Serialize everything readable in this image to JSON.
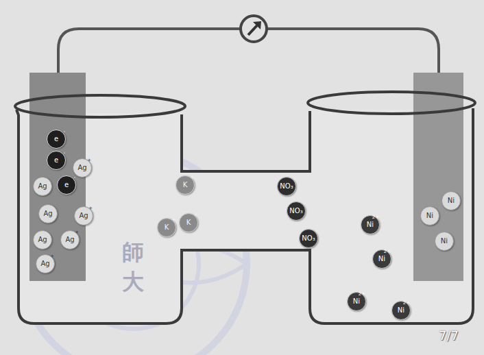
{
  "diagram": {
    "nodes": [
      {
        "text": [
          "e",
          "-"
        ]
      },
      {
        "text": [
          "e",
          "-"
        ]
      },
      {
        "text": [
          "e",
          "-"
        ]
      },
      {
        "text": [
          "Ag",
          "+"
        ]
      },
      {
        "text": [
          "Ag"
        ]
      },
      {
        "text": [
          "Ag"
        ]
      },
      {
        "text": [
          "Ag",
          "+"
        ]
      },
      {
        "text": [
          "Ag"
        ]
      },
      {
        "text": [
          "Ag",
          "+"
        ]
      },
      {
        "text": [
          "Ag",
          "+"
        ]
      },
      {
        "text": [
          "K",
          "+"
        ]
      },
      {
        "text": [
          "K",
          "+"
        ]
      },
      {
        "text": [
          "K",
          "+"
        ]
      },
      {
        "text": [
          "NO₃",
          "-"
        ]
      },
      {
        "text": [
          "NO₃",
          "-"
        ]
      },
      {
        "text": [
          "NO₃",
          "-"
        ]
      },
      {
        "text": [
          "Ni",
          "2+"
        ]
      },
      {
        "text": [
          "Ni",
          "2+"
        ]
      },
      {
        "text": [
          "Ni",
          "2+"
        ]
      },
      {
        "text": [
          "Ni",
          "2+"
        ]
      },
      {
        "text": [
          "Ni"
        ]
      },
      {
        "text": [
          "Ni"
        ]
      },
      {
        "text": [
          "Ni"
        ]
      }
    ],
    "labels": [
      "師",
      "大",
      "7/7"
    ]
  }
}
